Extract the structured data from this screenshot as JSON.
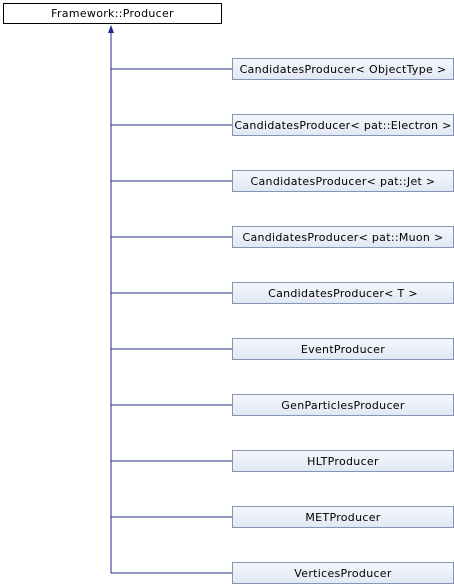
{
  "diagram": {
    "base_class": "Framework::Producer",
    "derived_classes": [
      "CandidatesProducer< ObjectType >",
      "CandidatesProducer< pat::Electron >",
      "CandidatesProducer< pat::Jet >",
      "CandidatesProducer< pat::Muon >",
      "CandidatesProducer< T >",
      "EventProducer",
      "GenParticlesProducer",
      "HLTProducer",
      "METProducer",
      "VerticesProducer"
    ],
    "colors": {
      "edge": "#1f2a8a",
      "node_border": "#8794b8",
      "node_fill": "#e2e8f2",
      "base_border": "#000000"
    }
  }
}
